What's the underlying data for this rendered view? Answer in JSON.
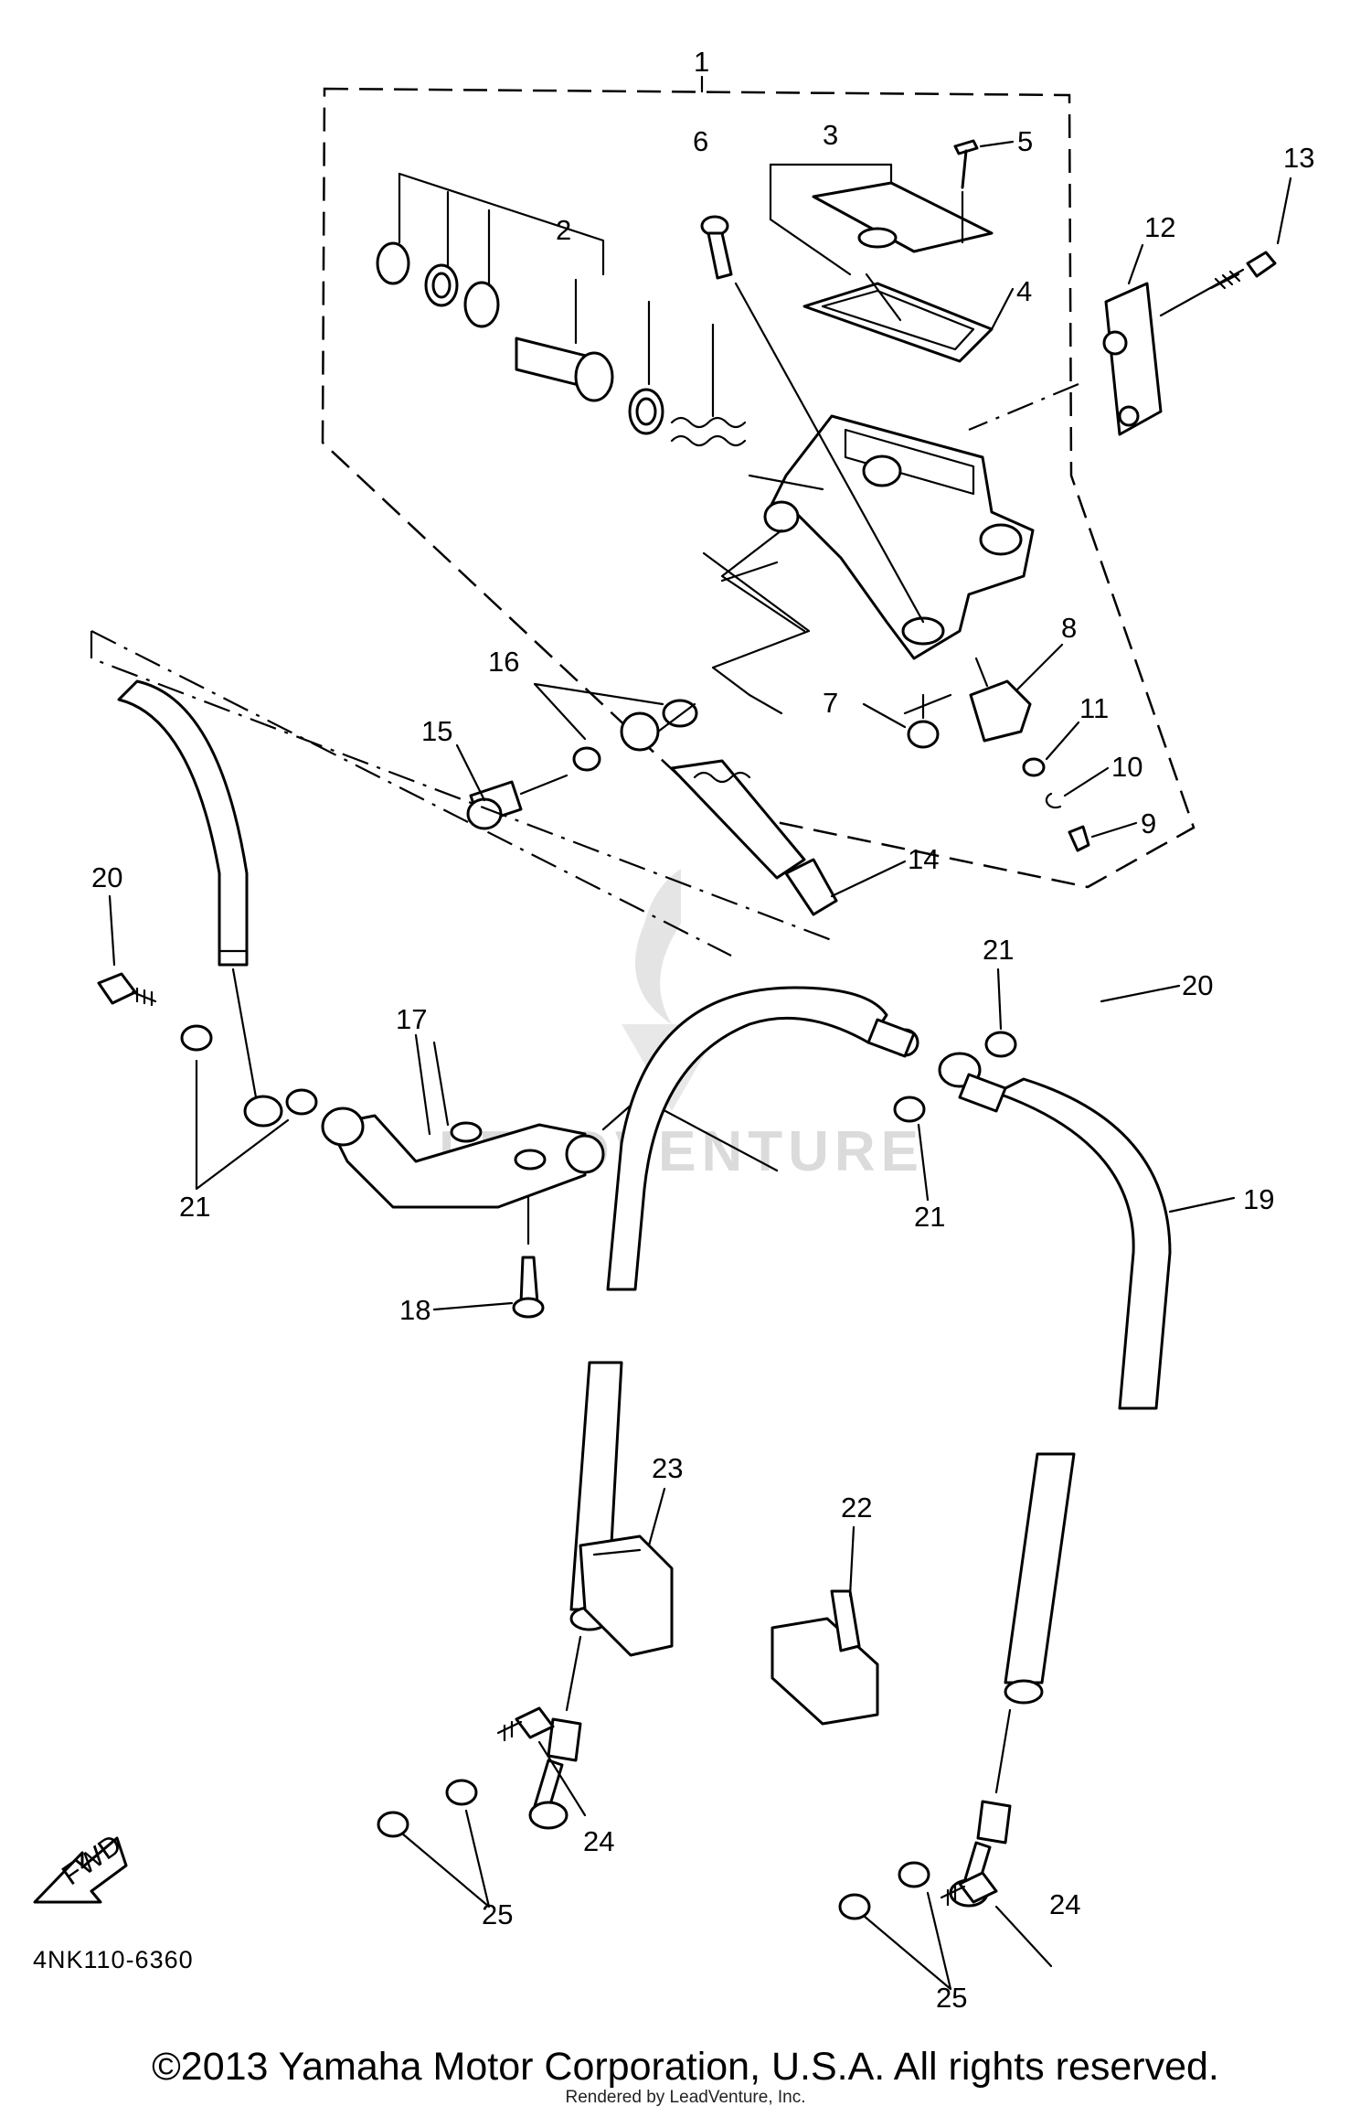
{
  "callouts": [
    "1",
    "2",
    "3",
    "4",
    "5",
    "6",
    "7",
    "8",
    "9",
    "10",
    "11",
    "12",
    "13",
    "14",
    "15",
    "16",
    "17",
    "18",
    "19",
    "20",
    "20",
    "21",
    "21",
    "21",
    "22",
    "23",
    "24",
    "24",
    "25",
    "25"
  ],
  "diagram_code": "4NK110-6360",
  "fwd_label": "FWD",
  "watermark_text": "LEADVENTURE",
  "copyright": "©2013 Yamaha Motor Corporation, U.S.A. All rights reserved.",
  "rendered_by": "Rendered by LeadVenture, Inc."
}
